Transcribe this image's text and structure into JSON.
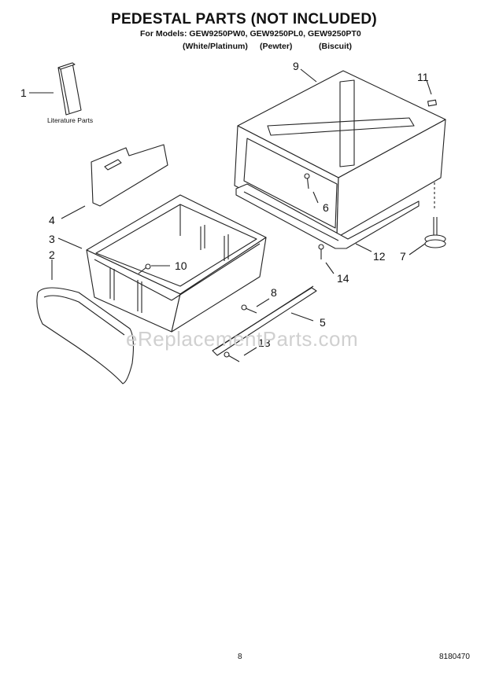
{
  "header": {
    "title": "PEDESTAL PARTS (NOT INCLUDED)",
    "models": "For Models: GEW9250PW0, GEW9250PL0,  GEW9250PT0",
    "color_white": "(White/Platinum)",
    "color_pewter": "(Pewter)",
    "color_biscuit": "(Biscuit)"
  },
  "labels": {
    "literature": "Literature Parts"
  },
  "callouts": [
    "1",
    "2",
    "3",
    "4",
    "5",
    "6",
    "7",
    "8",
    "9",
    "10",
    "11",
    "12",
    "13",
    "14"
  ],
  "watermark": "eReplacementParts.com",
  "footer": {
    "page": "8",
    "doc_number": "8180470"
  }
}
